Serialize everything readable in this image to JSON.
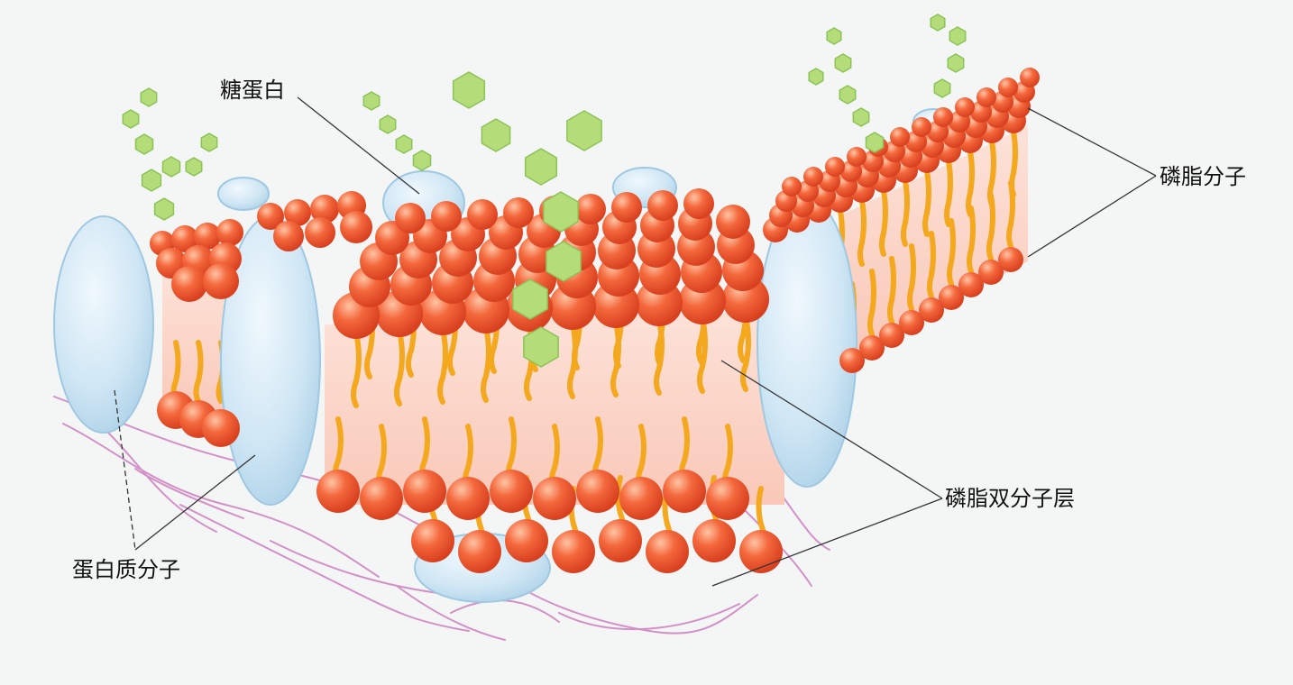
{
  "labels": {
    "glycoprotein": "糖蛋白",
    "phospholipid_molecule": "磷脂分子",
    "phospholipid_bilayer": "磷脂双分子层",
    "protein_molecule": "蛋白质分子"
  },
  "colors": {
    "background": "#f4f6f6",
    "phospholipid_head": "#f0552e",
    "phospholipid_head_highlight": "#ffb08a",
    "lipid_tail": "#f3a81e",
    "membrane_core": "#fbd3c8",
    "protein": "#c7e2f2",
    "protein_edge": "#9fc8e2",
    "sugar_chain": "#a9d86a",
    "cytoskeleton_fiber": "#c96fb8",
    "leader_line": "#333333"
  }
}
